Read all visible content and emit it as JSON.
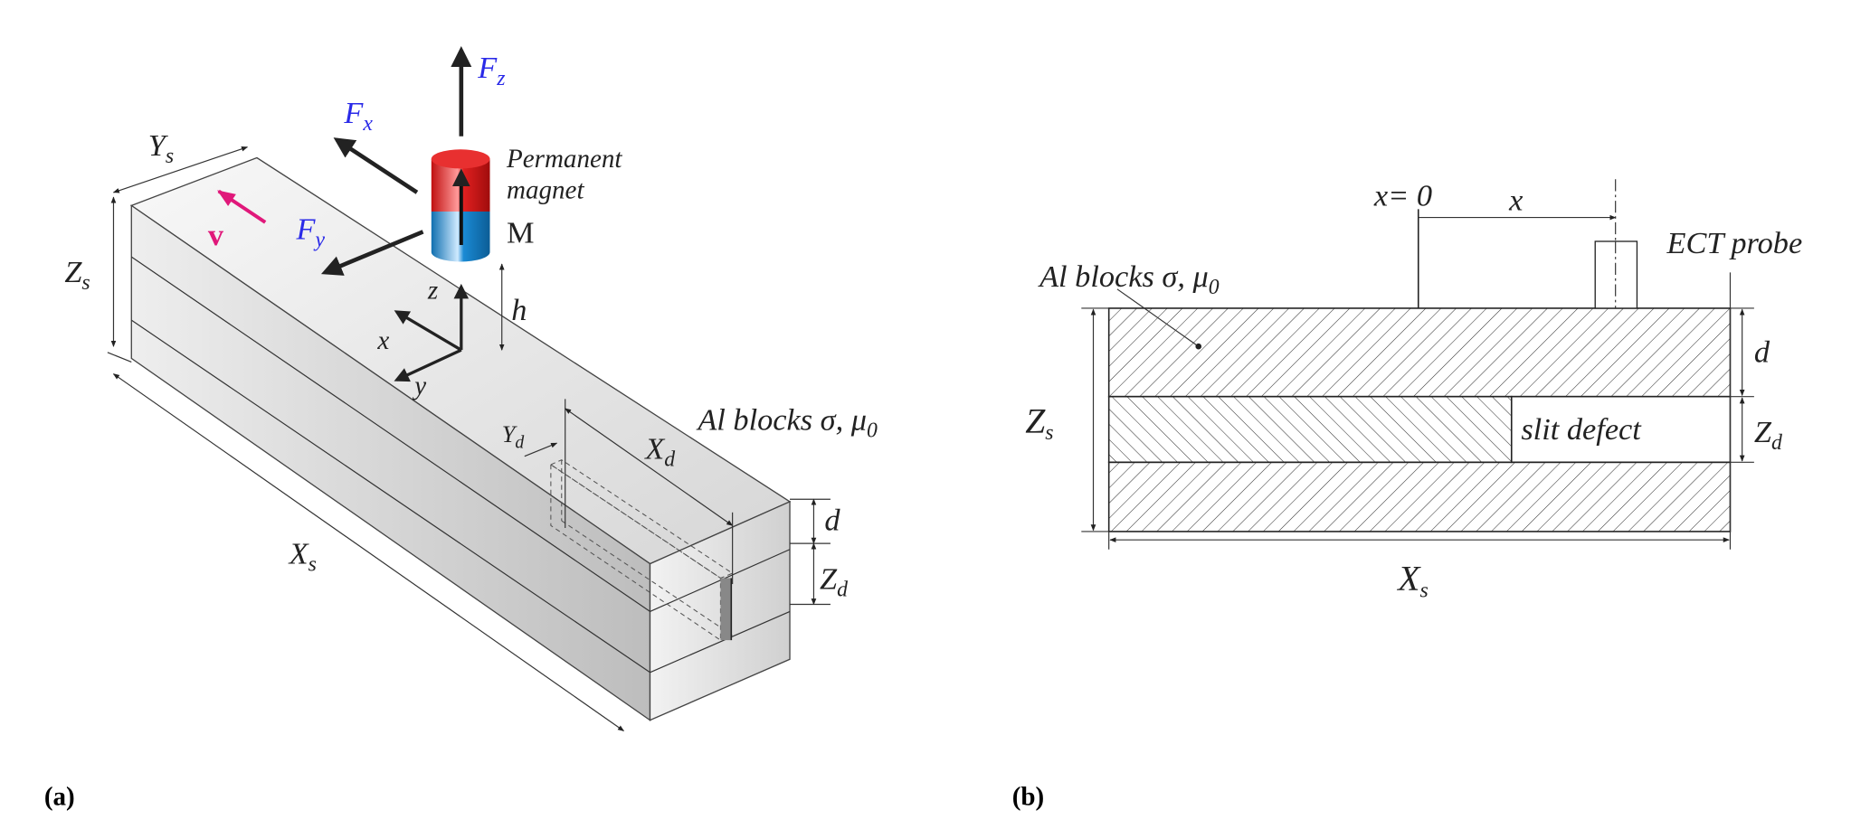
{
  "panel_a": {
    "caption": "(a)",
    "force_x": {
      "main": "F",
      "sub": "x"
    },
    "force_y": {
      "main": "F",
      "sub": "y"
    },
    "force_z": {
      "main": "F",
      "sub": "z"
    },
    "velocity": "v",
    "magnet_label_line1": "Permanent",
    "magnet_label_line2": "magnet",
    "magnetization": "M",
    "axis_x": "x",
    "axis_y": "y",
    "axis_z": "z",
    "lift_off": "h",
    "dim_Ys": {
      "main": "Y",
      "sub": "s"
    },
    "dim_Zs": {
      "main": "Z",
      "sub": "s"
    },
    "dim_Xs": {
      "main": "X",
      "sub": "s"
    },
    "dim_Xd": {
      "main": "X",
      "sub": "d"
    },
    "dim_Yd": {
      "main": "Y",
      "sub": "d"
    },
    "dim_d": "d",
    "dim_Zd": {
      "main": "Z",
      "sub": "d"
    },
    "material": {
      "text": "Al blocks σ, μ",
      "sub": "0"
    },
    "colors": {
      "force": "#2a2ae8",
      "velocity": "#e0187a",
      "magnet_north": "#e02020",
      "magnet_south": "#1a8ad4"
    }
  },
  "panel_b": {
    "caption": "(b)",
    "origin": "x= 0",
    "position": "x",
    "probe": "ECT probe",
    "material": {
      "text": "Al blocks  σ,  μ",
      "sub": "0"
    },
    "defect": "slit defect",
    "dim_Zs": {
      "main": "Z",
      "sub": "s"
    },
    "dim_d": "d",
    "dim_Zd": {
      "main": "Z",
      "sub": "d"
    },
    "dim_Xs": {
      "main": "X",
      "sub": "s"
    }
  }
}
